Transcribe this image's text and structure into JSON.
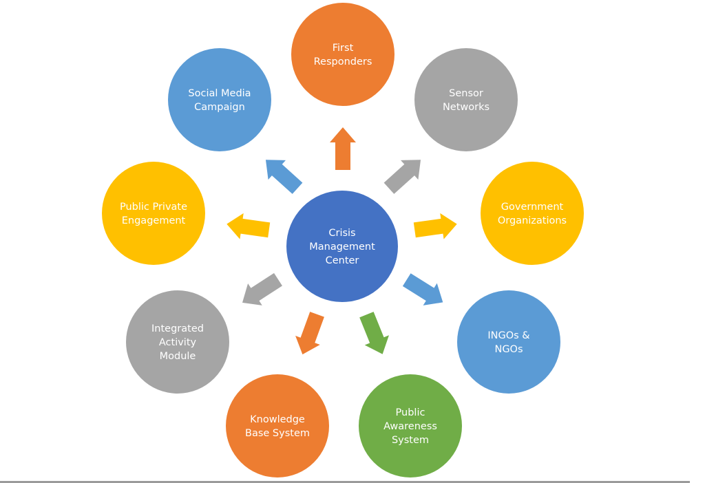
{
  "colors": {
    "center": "#4472c4",
    "orange": "#ed7d31",
    "gray": "#a5a5a5",
    "yellow": "#ffc000",
    "blue": "#5b9bd5",
    "green": "#70ad47"
  },
  "center": {
    "label_lines": [
      "Crisis",
      "Management",
      "Center"
    ],
    "color": "#4472c4"
  },
  "nodes": [
    {
      "id": "first-responders",
      "label_lines": [
        "First",
        "Responders"
      ],
      "color": "#ed7d31"
    },
    {
      "id": "sensor-networks",
      "label_lines": [
        "Sensor",
        "Networks"
      ],
      "color": "#a5a5a5"
    },
    {
      "id": "government-organizations",
      "label_lines": [
        "Government",
        "Organizations"
      ],
      "color": "#ffc000"
    },
    {
      "id": "ingos-ngos",
      "label_lines": [
        "INGOs &",
        "NGOs"
      ],
      "color": "#5b9bd5"
    },
    {
      "id": "public-awareness-system",
      "label_lines": [
        "Public",
        "Awareness",
        "System"
      ],
      "color": "#70ad47"
    },
    {
      "id": "knowledge-base-system",
      "label_lines": [
        "Knowledge",
        "Base System"
      ],
      "color": "#ed7d31"
    },
    {
      "id": "integrated-activity-module",
      "label_lines": [
        "Integrated",
        "Activity",
        "Module"
      ],
      "color": "#a5a5a5"
    },
    {
      "id": "public-private-engagement",
      "label_lines": [
        "Public Private",
        "Engagement"
      ],
      "color": "#ffc000"
    },
    {
      "id": "social-media-campaign",
      "label_lines": [
        "Social Media",
        "Campaign"
      ],
      "color": "#5b9bd5"
    }
  ]
}
